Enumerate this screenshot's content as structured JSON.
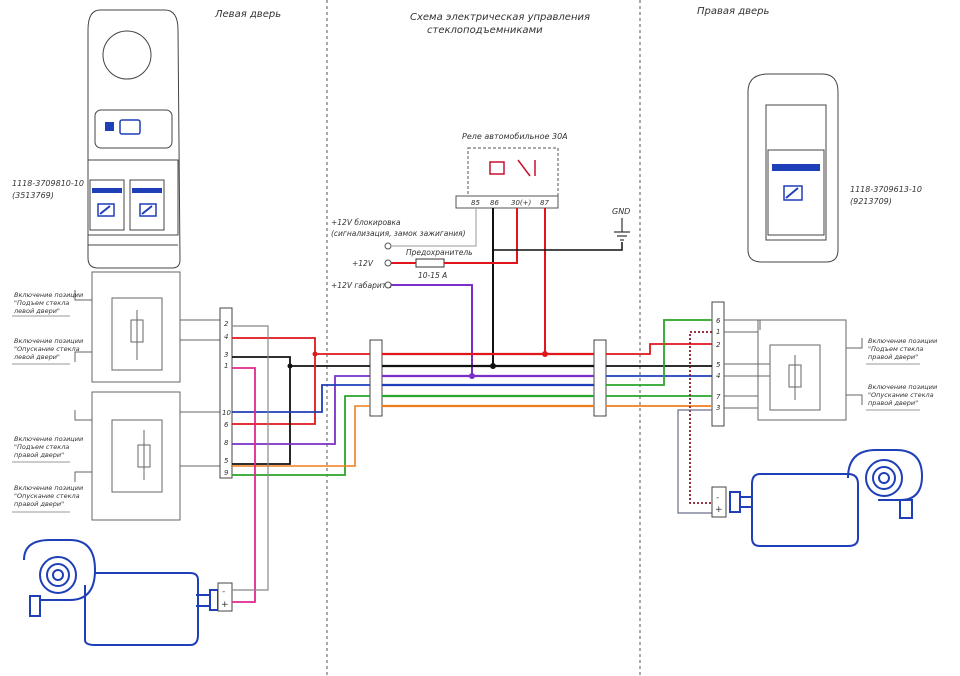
{
  "left_door": {
    "title": "Левая дверь",
    "part_number": "1118-3709810-10",
    "part_number_alt": "(3513769)",
    "labels": [
      [
        "Включение позиции",
        "\"Подъем стекла",
        "левой двери\""
      ],
      [
        "Включение позиции",
        "\"Опускание стекла",
        "левой двери\""
      ],
      [
        "Включение позиции",
        "\"Подъем стекла",
        "правой двери\""
      ],
      [
        "Включение позиции",
        "\"Опускание стекла",
        "правой двери\""
      ]
    ],
    "connector_pins": [
      "2",
      "4",
      "3",
      "1",
      "10",
      "6",
      "8",
      "5",
      "9"
    ],
    "motor_pins": [
      "-",
      "+"
    ]
  },
  "center": {
    "title_line1": "Схема электрическая управления",
    "title_line2": "стеклоподъемниками",
    "relay_title": "Реле автомобильное 30А",
    "relay_pins": [
      "85",
      "86",
      "30(+)",
      "87"
    ],
    "gnd_label": "GND",
    "input_block": [
      "+12V блокировка",
      "(сигнализация, замок зажигания)"
    ],
    "input_12v": "+12V",
    "fuse_label": "Предохранитель",
    "fuse_rating": "10-15 A",
    "input_lights": "+12V габариты"
  },
  "right_door": {
    "title": "Правая дверь",
    "part_number": "1118-3709613-10",
    "part_number_alt": "(9213709)",
    "labels": [
      [
        "Включение позиции",
        "\"Подъем стекла",
        "правой двери\""
      ],
      [
        "Включение позиции",
        "\"Опускание стекла",
        "правой двери\""
      ]
    ],
    "connector_pins": [
      "6",
      "1",
      "2",
      "5",
      "4",
      "7",
      "3"
    ],
    "motor_pins": [
      "-",
      "+"
    ]
  },
  "wire_colors": {
    "red": "#e0161c",
    "black": "#111111",
    "purple": "#7a2fc8",
    "blue": "#1f3fb8",
    "green": "#2aa52a",
    "orange": "#f07d1c",
    "pink": "#e0298c",
    "darkred": "#8b1a2a",
    "gray": "#6b6f8a"
  }
}
